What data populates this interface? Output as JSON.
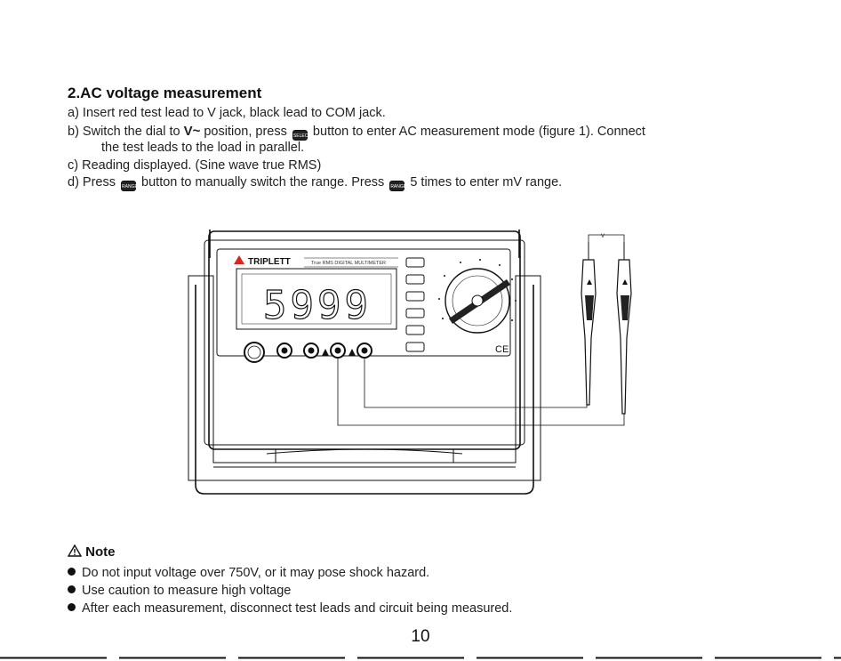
{
  "section": {
    "title": "2.AC voltage measurement",
    "steps": {
      "a": "a) Insert red test lead to V jack, black lead to COM jack.",
      "b_pre": "b) Switch the dial to ",
      "b_sym": "V~",
      "b_mid": " position, press ",
      "b_post": " button to enter AC measurement mode (figure 1). Connect",
      "b_cont": "the test leads to the load in parallel.",
      "c": "c) Reading displayed. (Sine wave true RMS)",
      "d_pre": "d) Press ",
      "d_mid": " button to manually switch the range. Press ",
      "d_post": " 5 times to enter mV range."
    },
    "buttons": {
      "select": "SELECT",
      "range": "RANGE"
    }
  },
  "meter": {
    "brand": "TRIPLETT",
    "model_text": "True RMS  DIGITAL MULTIMETER",
    "display_reading": "5999",
    "probe_label": "V",
    "ce_mark": "CE"
  },
  "note": {
    "title": "Note",
    "items": [
      "Do not input voltage over 750V, or it may pose shock hazard.",
      "Use caution to measure high voltage",
      "After each measurement, disconnect test leads and circuit being measured."
    ]
  },
  "page_number": "10",
  "colors": {
    "ink": "#111111",
    "accent": "#d9251d"
  }
}
